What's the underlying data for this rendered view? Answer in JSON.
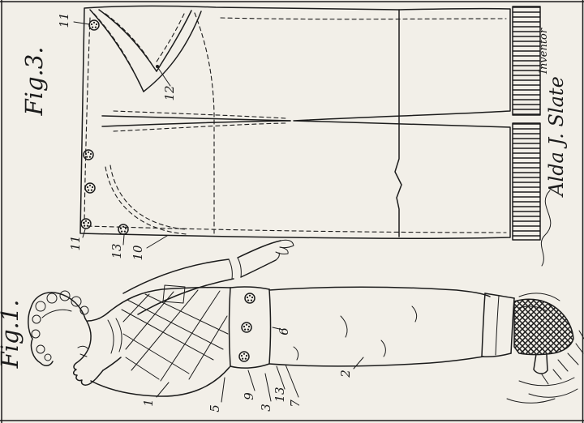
{
  "colors": {
    "paper": "#f2efe8",
    "ink": "#1c1c1c"
  },
  "labels": {
    "fig3": "Fig.3.",
    "fig1": "Fig.1.",
    "inventor": "Inventor",
    "signature": "Alda J. Slate"
  },
  "numerals": {
    "n11a": "11",
    "n12": "12",
    "n11b": "11",
    "n13a": "13",
    "n10": "10",
    "n1": "1",
    "n5": "5",
    "n9": "9",
    "n3": "3",
    "n13b": "13",
    "n7": "7",
    "n6": "6",
    "n2": "2"
  }
}
